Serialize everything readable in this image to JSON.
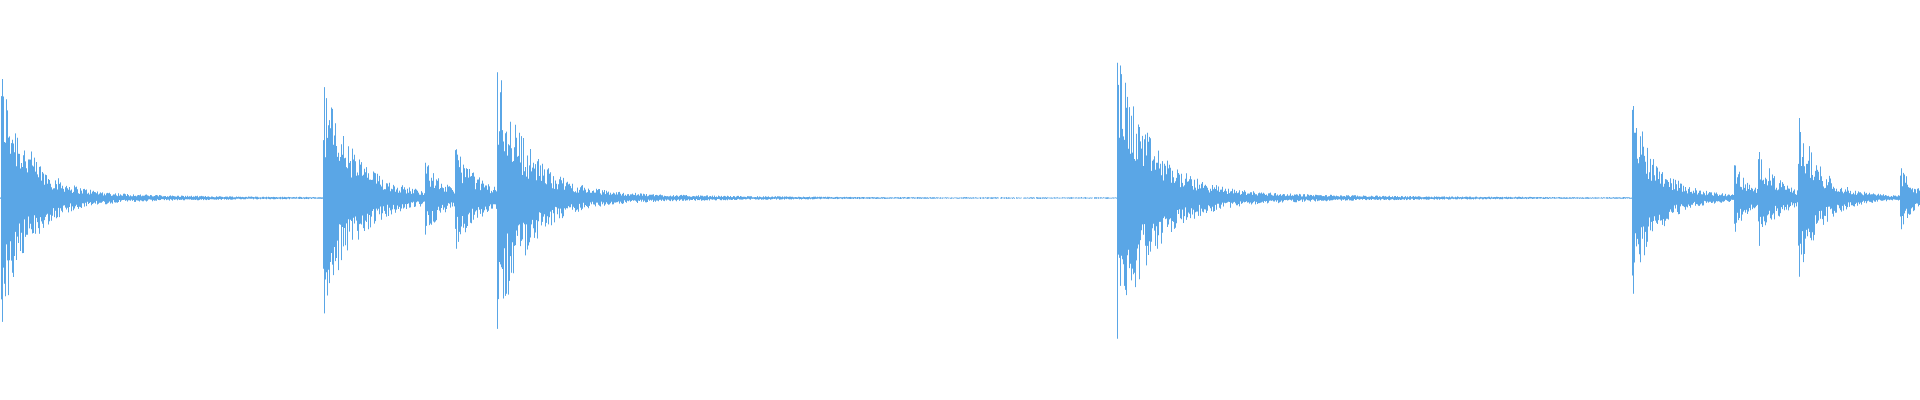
{
  "waveform": {
    "color": "#5aa6e6",
    "background": "#ffffff",
    "amplitude_scale": 1.0,
    "baseline_amplitude": 0.008,
    "transients": [
      {
        "pos": 0.0008,
        "amp": 0.88,
        "decay": 0.014
      },
      {
        "pos": 0.1685,
        "amp": 0.82,
        "decay": 0.016
      },
      {
        "pos": 0.2215,
        "amp": 0.26,
        "decay": 0.01
      },
      {
        "pos": 0.2375,
        "amp": 0.36,
        "decay": 0.012
      },
      {
        "pos": 0.259,
        "amp": 0.93,
        "decay": 0.016
      },
      {
        "pos": 0.582,
        "amp": 1.0,
        "decay": 0.018
      },
      {
        "pos": 0.8505,
        "amp": 0.68,
        "decay": 0.012
      },
      {
        "pos": 0.9035,
        "amp": 0.24,
        "decay": 0.008
      },
      {
        "pos": 0.916,
        "amp": 0.34,
        "decay": 0.01
      },
      {
        "pos": 0.937,
        "amp": 0.56,
        "decay": 0.011
      },
      {
        "pos": 0.99,
        "amp": 0.22,
        "decay": 0.007
      }
    ]
  }
}
